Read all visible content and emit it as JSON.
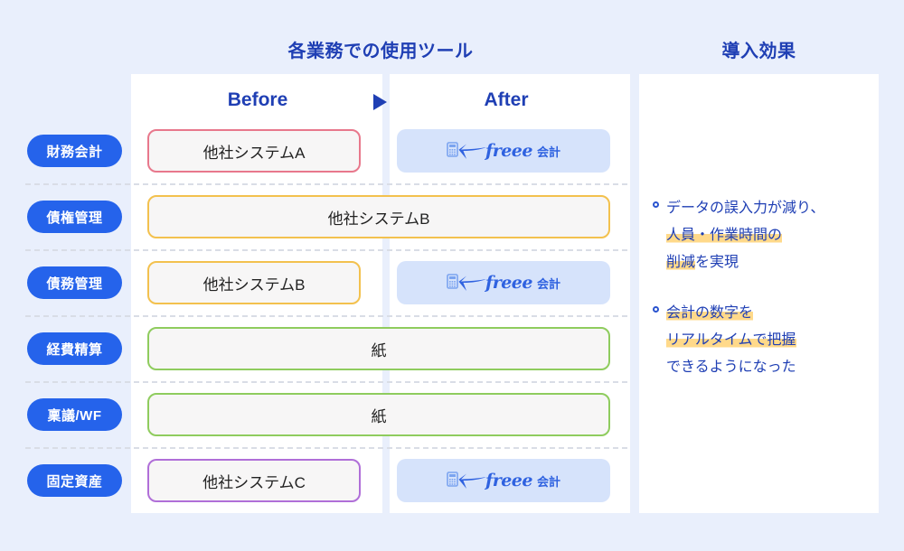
{
  "headings": {
    "tools": "各業務での使用ツール",
    "effect": "導入効果"
  },
  "columns": {
    "before": "Before",
    "after": "After",
    "arrow_icon": "triangle-right-icon"
  },
  "rows": [
    {
      "label": "財務会計",
      "before": {
        "text": "他社システムA",
        "border_color": "#e8788c",
        "span": false
      },
      "after": {
        "type": "logo",
        "brand": "freee",
        "product": "会計"
      }
    },
    {
      "label": "債権管理",
      "before": {
        "text": "他社システムB",
        "border_color": "#f3c14e",
        "span": true
      },
      "after": null
    },
    {
      "label": "債務管理",
      "before": {
        "text": "他社システムB",
        "border_color": "#f3c14e",
        "span": false
      },
      "after": {
        "type": "logo",
        "brand": "freee",
        "product": "会計"
      }
    },
    {
      "label": "経費精算",
      "before": {
        "text": "紙",
        "border_color": "#8fcc5e",
        "span": true
      },
      "after": null
    },
    {
      "label": "稟議/WF",
      "before": {
        "text": "紙",
        "border_color": "#8fcc5e",
        "span": true
      },
      "after": null
    },
    {
      "label": "固定資産",
      "before": {
        "text": "他社システムC",
        "border_color": "#b06fd8",
        "span": false
      },
      "after": {
        "type": "logo",
        "brand": "freee",
        "product": "会計"
      }
    }
  ],
  "effects": [
    {
      "lines": [
        [
          {
            "t": "データの誤入力が減り、",
            "hl": false
          }
        ],
        [
          {
            "t": "人員・作業時間の",
            "hl": true
          }
        ],
        [
          {
            "t": "削減",
            "hl": true
          },
          {
            "t": "を実現",
            "hl": false
          }
        ]
      ]
    },
    {
      "lines": [
        [
          {
            "t": "会計の数字を",
            "hl": true
          }
        ],
        [
          {
            "t": "リアルタイムで把握",
            "hl": true
          }
        ],
        [
          {
            "t": "できるようになった",
            "hl": false
          }
        ]
      ]
    }
  ],
  "colors": {
    "background": "#e9effc",
    "card": "#ffffff",
    "accent_blue": "#1f3fb4",
    "label_blue": "#2563eb",
    "after_box": "#d6e3fb",
    "highlight": "#ffd98a",
    "box_fill": "#f7f6f6",
    "separator": "#d9dde6"
  }
}
